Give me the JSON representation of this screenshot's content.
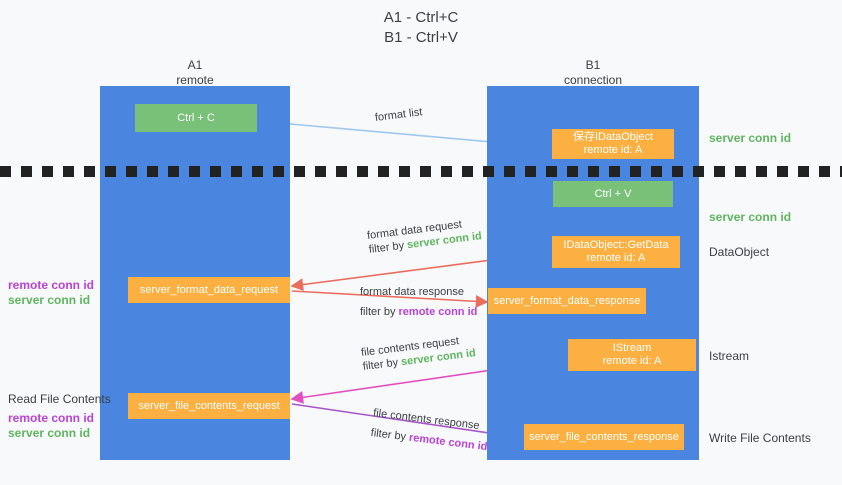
{
  "title": {
    "line1": "A1 - Ctrl+C",
    "line2": "B1 - Ctrl+V"
  },
  "columns": [
    {
      "id": "a1",
      "name": "A1",
      "role": "remote"
    },
    {
      "id": "b1",
      "name": "B1",
      "role": "connection"
    }
  ],
  "nodes": {
    "ctrl_c": {
      "label": "Ctrl + C",
      "color": "#79c178"
    },
    "save_idataobject": {
      "line1": "保存IDataObject",
      "line2": "remote id: A",
      "color": "#fbb041"
    },
    "ctrl_v": {
      "label": "Ctrl + V",
      "color": "#79c178"
    },
    "getdata": {
      "line1": "IDataObject::GetData",
      "line2": "remote id: A",
      "color": "#fbb041"
    },
    "istream": {
      "line1": "IStream",
      "line2": "remote id: A",
      "color": "#fbb041"
    },
    "server_format_data_request": {
      "label": "server_format_data_request",
      "color": "#fbb041"
    },
    "server_format_data_response": {
      "label": "server_format_data_response",
      "color": "#fbb041"
    },
    "server_file_contents_request": {
      "label": "server_file_contents_request",
      "color": "#fbb041"
    },
    "server_file_contents_response": {
      "label": "server_file_contents_response",
      "color": "#fbb041"
    }
  },
  "edges": {
    "format_list": {
      "label": "format list"
    },
    "format_data_request": {
      "line1": "format data request",
      "filter_prefix": "filter by ",
      "filter_value": "server conn id"
    },
    "format_data_response": {
      "line1": "format data response",
      "filter_prefix": "filter by ",
      "filter_value": "remote conn id"
    },
    "file_contents_request": {
      "line1": "file contents request",
      "filter_prefix": "filter by ",
      "filter_value": "server conn id"
    },
    "file_contents_response": {
      "line1": "file contents response",
      "filter_prefix": "filter by ",
      "filter_value": "remote conn id"
    }
  },
  "annotations": {
    "right_server_conn_top": "server conn id",
    "right_server_conn_mid": "server conn id",
    "right_dataobject": "DataObject",
    "right_istream": "Istream",
    "right_write_file_contents": "Write File Contents",
    "left_remote_conn_1": "remote conn id",
    "left_server_conn_1": "server conn id",
    "left_read_file_contents": "Read File Contents",
    "left_remote_conn_2": "remote conn id",
    "left_server_conn_2": "server conn id"
  },
  "colors": {
    "lane": "#4a86e0",
    "green_box": "#79c178",
    "orange_box": "#fbb041",
    "conn_green_text": "#5fb55f",
    "conn_purple_text": "#b943d6",
    "arrow_blue": "#9ec9ef",
    "arrow_red": "#ea6d5d",
    "arrow_magenta": "#e24fc0",
    "arrow_purple": "#a755c9",
    "arrow_black": "#1a1a1a",
    "background": "#f8f9fa"
  }
}
